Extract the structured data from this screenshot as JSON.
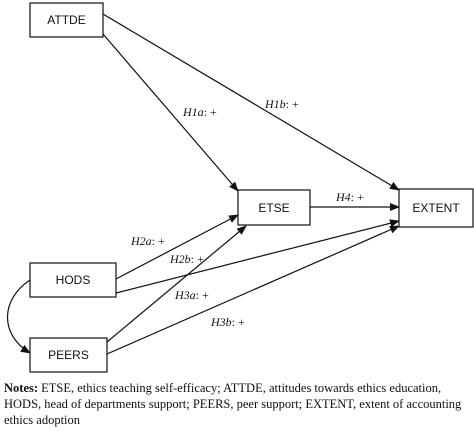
{
  "nodes": {
    "attde": "ATTDE",
    "etse": "ETSE",
    "extent": "EXTENT",
    "hods": "HODS",
    "peers": "PEERS"
  },
  "hypotheses": {
    "h1a": {
      "id": "H1a",
      "sign": ": +"
    },
    "h1b": {
      "id": "H1b",
      "sign": ": +"
    },
    "h2a": {
      "id": "H2a",
      "sign": ": +"
    },
    "h2b": {
      "id": "H2b",
      "sign": ": +"
    },
    "h3a": {
      "id": "H3a",
      "sign": ": +"
    },
    "h3b": {
      "id": "H3b",
      "sign": ": +"
    },
    "h4": {
      "id": "H4",
      "sign": ": +"
    }
  },
  "notes": {
    "prefix": "Notes:",
    "text": " ETSE, ethics teaching self-efficacy; ATTDE, attitudes towards ethics education, HODS, head of departments support; PEERS, peer support; EXTENT, extent of accounting ethics adoption"
  }
}
